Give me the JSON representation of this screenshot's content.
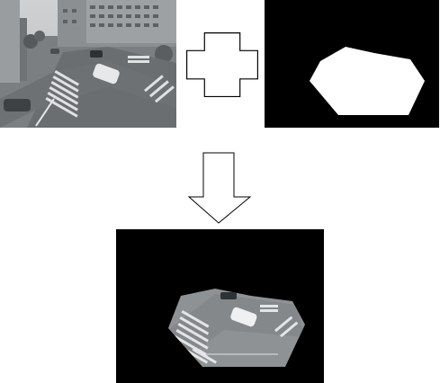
{
  "diagram": {
    "colors": {
      "background": "#ffffff",
      "mask_background": "#000000",
      "mask_region": "#ffffff",
      "photo_gray": "#8f9294",
      "outline": "#000000"
    },
    "nodes": [
      {
        "id": "input-photo",
        "kind": "grayscale street intersection photograph"
      },
      {
        "id": "plus-operator",
        "kind": "plus-shaped outline symbol"
      },
      {
        "id": "region-mask",
        "kind": "binary mask with white polygon on black"
      },
      {
        "id": "arrow-down",
        "kind": "hollow downward arrow"
      },
      {
        "id": "masked-output",
        "kind": "photograph region cut out by the mask on black"
      }
    ]
  }
}
